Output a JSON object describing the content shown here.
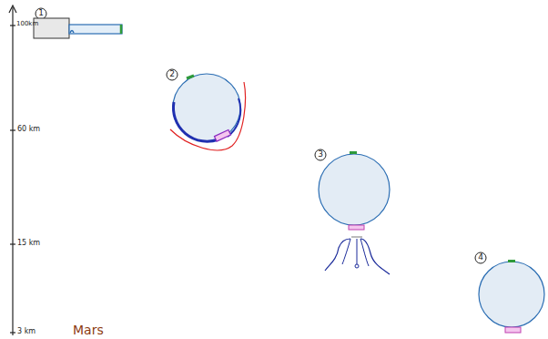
{
  "diagram": {
    "labels": [
      "100km",
      "60 km",
      "15 km",
      "3 km",
      "Mars",
      "1",
      "2",
      "3",
      "4"
    ]
  }
}
